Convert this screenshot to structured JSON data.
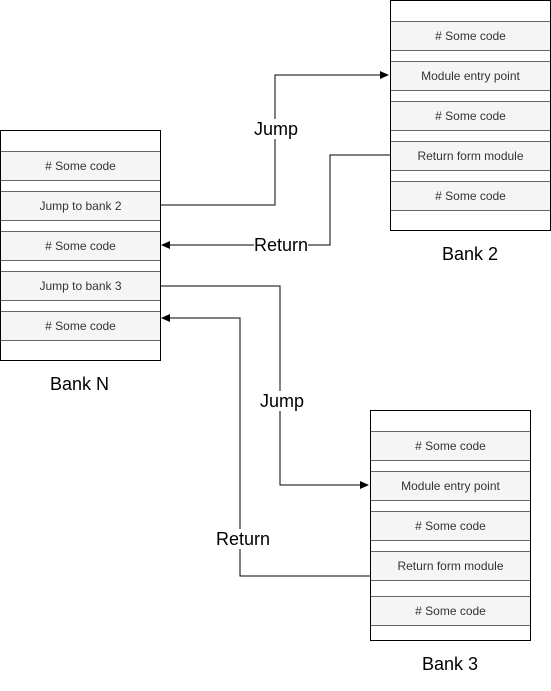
{
  "banks": {
    "bank_n": {
      "label": "Bank N",
      "cells": [
        "# Some code",
        "Jump to bank 2",
        "# Some code",
        "Jump to bank 3",
        "# Some code"
      ]
    },
    "bank_2": {
      "label": "Bank 2",
      "cells": [
        "# Some code",
        "Module entry point",
        "# Some code",
        "Return form module",
        "# Some code"
      ]
    },
    "bank_3": {
      "label": "Bank 3",
      "cells": [
        "# Some code",
        "Module entry point",
        "# Some code",
        "Return form module",
        "# Some code"
      ]
    }
  },
  "edges": {
    "jump_to_bank2": "Jump",
    "return_from_bank2": "Return",
    "jump_to_bank3": "Jump",
    "return_from_bank3": "Return"
  }
}
